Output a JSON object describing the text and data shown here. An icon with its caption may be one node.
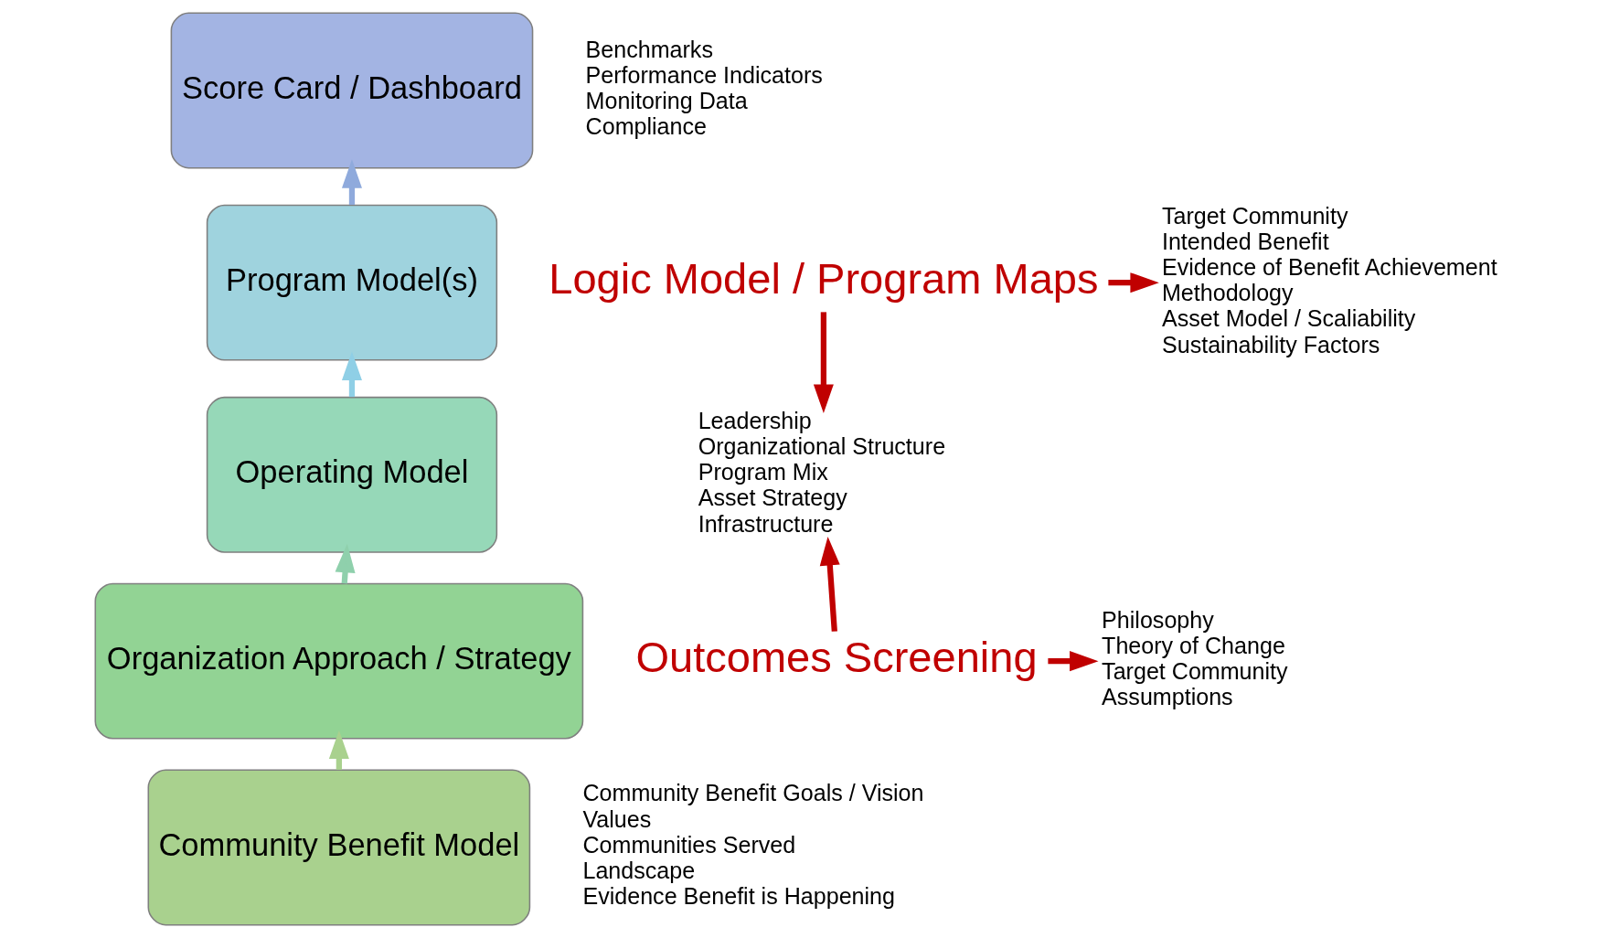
{
  "diagram": {
    "nodes": [
      {
        "text": [
          "Community Benefit Model"
        ]
      },
      {
        "text": [
          "Community Benefit Goals / Vision",
          "Values",
          "Communities Served",
          "Landscape",
          "Evidence Benefit is Happening"
        ]
      },
      {
        "text": [
          "Organization Approach / Strategy"
        ]
      },
      {
        "text": [
          "Philosophy",
          "Theory of Change",
          "Target Community",
          "Assumptions"
        ]
      },
      {
        "text": [
          "Operating Model"
        ]
      },
      {
        "text": [
          "Leadership",
          "Organizational Structure",
          "Program Mix",
          "Asset Strategy",
          "Infrastructure"
        ]
      },
      {
        "text": [
          "Program Model(s)"
        ]
      },
      {
        "text": [
          "Target Community",
          "Intended Benefit",
          "Evidence of Benefit Achievement",
          "Methodology",
          "Asset Model / Scaliability",
          "Sustainability Factors"
        ]
      },
      {
        "text": [
          "Score Card / Dashboard"
        ]
      },
      {
        "text": [
          "Benchmarks",
          "Performance Indicators",
          "Monitoring Data",
          "Compliance"
        ]
      },
      {
        "text": [
          "Logic Model / Program Maps"
        ]
      },
      {
        "text": [
          "Outcomes Screening"
        ]
      }
    ],
    "edges": [
      {
        "from": 0,
        "to": 2,
        "arrow": "to",
        "color": "#a9d18e"
      },
      {
        "from": 2,
        "to": 4,
        "arrow": "to",
        "color": "#8fd0ac"
      },
      {
        "from": 4,
        "to": 6,
        "arrow": "to",
        "color": "#8fcfe6"
      },
      {
        "from": 6,
        "to": 8,
        "arrow": "to",
        "color": "#8faadc"
      },
      {
        "from": 10,
        "to": 7,
        "arrow": "to",
        "color": "#c00000"
      },
      {
        "from": 10,
        "to": 5,
        "arrow": "to",
        "color": "#c00000"
      },
      {
        "from": 11,
        "to": 5,
        "arrow": "to",
        "color": "#c00000"
      },
      {
        "from": 11,
        "to": 3,
        "arrow": "to",
        "color": "#c00000"
      }
    ]
  }
}
